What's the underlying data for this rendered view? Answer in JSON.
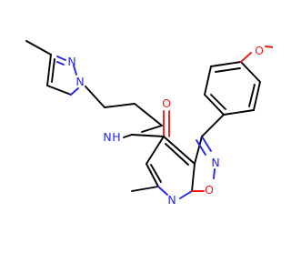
{
  "structure": {
    "atoms": {
      "n_amide": "N",
      "h_amide": "H",
      "o_carbonyl": "O",
      "o_methoxy": "O",
      "n_isoxazole": "N",
      "o_isoxazole": "O",
      "n_pyridine": "N",
      "n_pyrazole_1": "N",
      "n_pyrazole_2": "N"
    }
  },
  "colors": {
    "carbon": "#000000",
    "nitrogen": "#2424f0",
    "oxygen": "#ee1b1b",
    "background": "#ffffff"
  }
}
